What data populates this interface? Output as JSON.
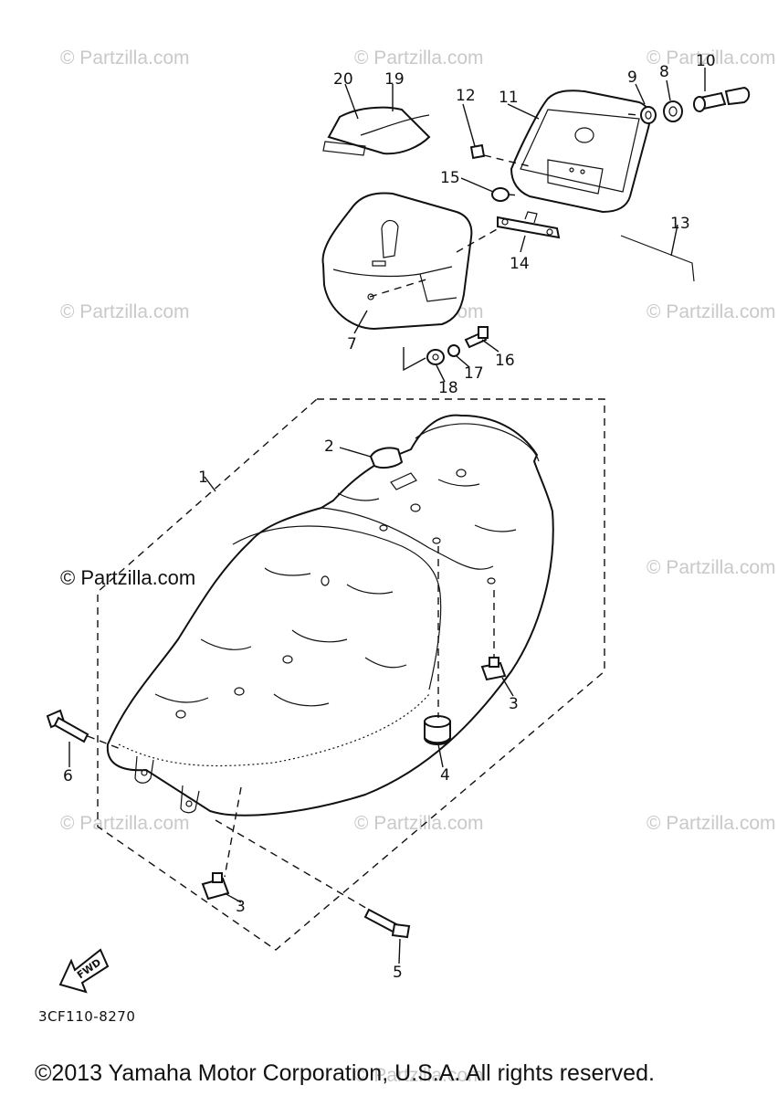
{
  "watermark": "© Partzilla.com",
  "watermark_clear": "© Partzilla.com",
  "diagram_code": "3CF110-8270",
  "copyright": "©2013 Yamaha Motor Corporation, U.S.A. All rights reserved.",
  "fwd_label": "FWD",
  "callouts": {
    "c1": "1",
    "c2": "2",
    "c3a": "3",
    "c3b": "3",
    "c4": "4",
    "c5": "5",
    "c6": "6",
    "c7": "7",
    "c8": "8",
    "c9": "9",
    "c10": "10",
    "c11": "11",
    "c12": "12",
    "c13": "13",
    "c14": "14",
    "c15": "15",
    "c16": "16",
    "c17": "17",
    "c18": "18",
    "c19": "19",
    "c20": "20"
  }
}
